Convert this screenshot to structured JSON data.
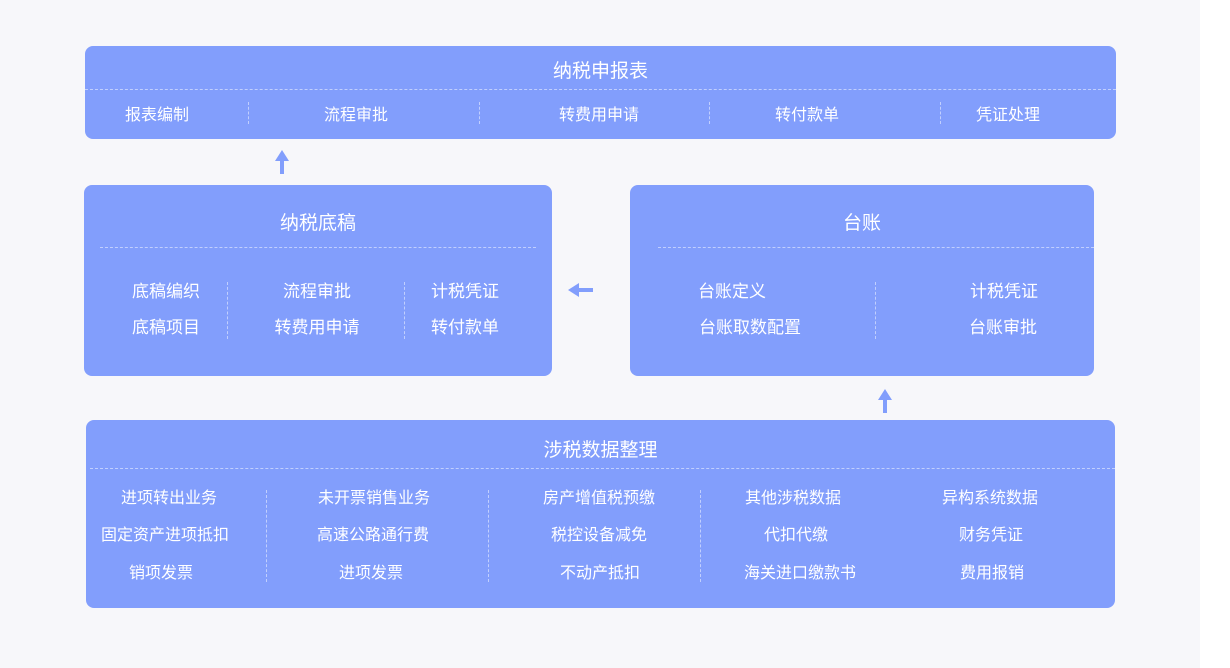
{
  "top_panel": {
    "title": "纳税申报表",
    "items": [
      "报表编制",
      "流程审批",
      "转费用申请",
      "转付款单",
      "凭证处理"
    ]
  },
  "draft_panel": {
    "title": "纳税底稿",
    "rows": [
      [
        "底稿编织",
        "流程审批",
        "计税凭证"
      ],
      [
        "底稿项目",
        "转费用申请",
        "转付款单"
      ]
    ]
  },
  "ledger_panel": {
    "title": "台账",
    "rows": [
      [
        "台账定义",
        "计税凭证"
      ],
      [
        "台账取数配置",
        "台账审批"
      ]
    ]
  },
  "bottom_panel": {
    "title": "涉税数据整理",
    "rows": [
      [
        "进项转出业务",
        "未开票销售业务",
        "房产增值税预缴",
        "其他涉税数据",
        "异构系统数据"
      ],
      [
        "固定资产进项抵扣",
        "高速公路通行费",
        "税控设备减免",
        "代扣代缴",
        "财务凭证"
      ],
      [
        "销项发票",
        "进项发票",
        "不动产抵扣",
        "海关进口缴款书",
        "费用报销"
      ]
    ]
  },
  "colors": {
    "panel": "#829efc",
    "arrow": "#829efc",
    "background": "#f7f7fa"
  }
}
